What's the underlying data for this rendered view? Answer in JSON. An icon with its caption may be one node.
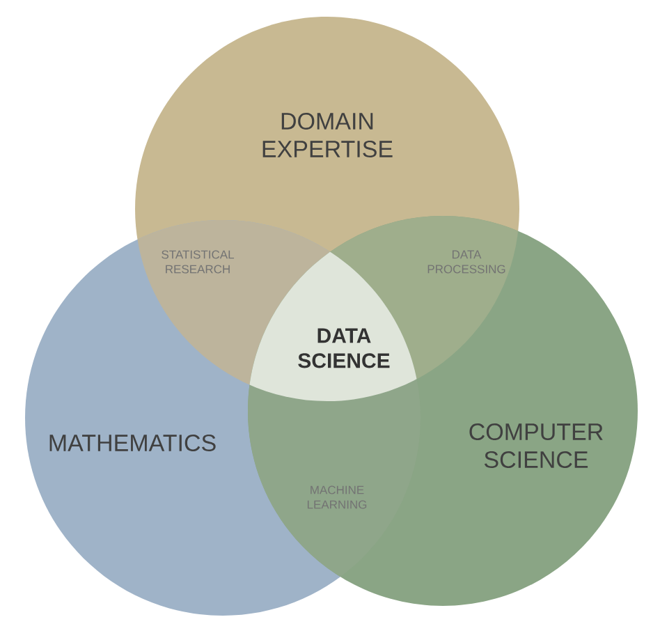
{
  "diagram": {
    "nodes": [
      {
        "text": [
          "DOMAIN EXPERTISE"
        ]
      },
      {
        "text": [
          "MATHEMATICS"
        ]
      },
      {
        "text": [
          "COMPUTER SCIENCE"
        ]
      },
      {
        "text": [
          "DATA SCIENCE"
        ]
      }
    ],
    "labels": [
      "STATISTICAL RESEARCH",
      "DATA PROCESSING",
      "MACHINE LEARNING"
    ]
  }
}
